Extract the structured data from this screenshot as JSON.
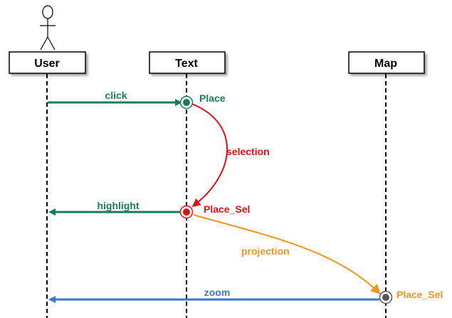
{
  "lifelines": [
    {
      "id": "user",
      "label": "User"
    },
    {
      "id": "text",
      "label": "Text"
    },
    {
      "id": "map",
      "label": "Map"
    }
  ],
  "messages": [
    {
      "id": "click",
      "label": "click",
      "color": "#1a7a5e"
    },
    {
      "id": "highlight",
      "label": "highlight",
      "color": "#1a7a5e"
    },
    {
      "id": "zoom",
      "label": "zoom",
      "color": "#3a78c9"
    }
  ],
  "transitions": [
    {
      "id": "selection",
      "label": "selection",
      "color": "#dd1111"
    },
    {
      "id": "projection",
      "label": "projection",
      "color": "#f7921e"
    }
  ],
  "states": [
    {
      "id": "place",
      "label": "Place",
      "color": "#1a7a5e"
    },
    {
      "id": "place-sel-text",
      "label": "Place_Sel",
      "color": "#dd1111"
    },
    {
      "id": "place-sel-map",
      "label": "Place_Sel",
      "color": "#f7921e"
    }
  ],
  "actor": {
    "icon": "stick-figure-actor-icon"
  }
}
